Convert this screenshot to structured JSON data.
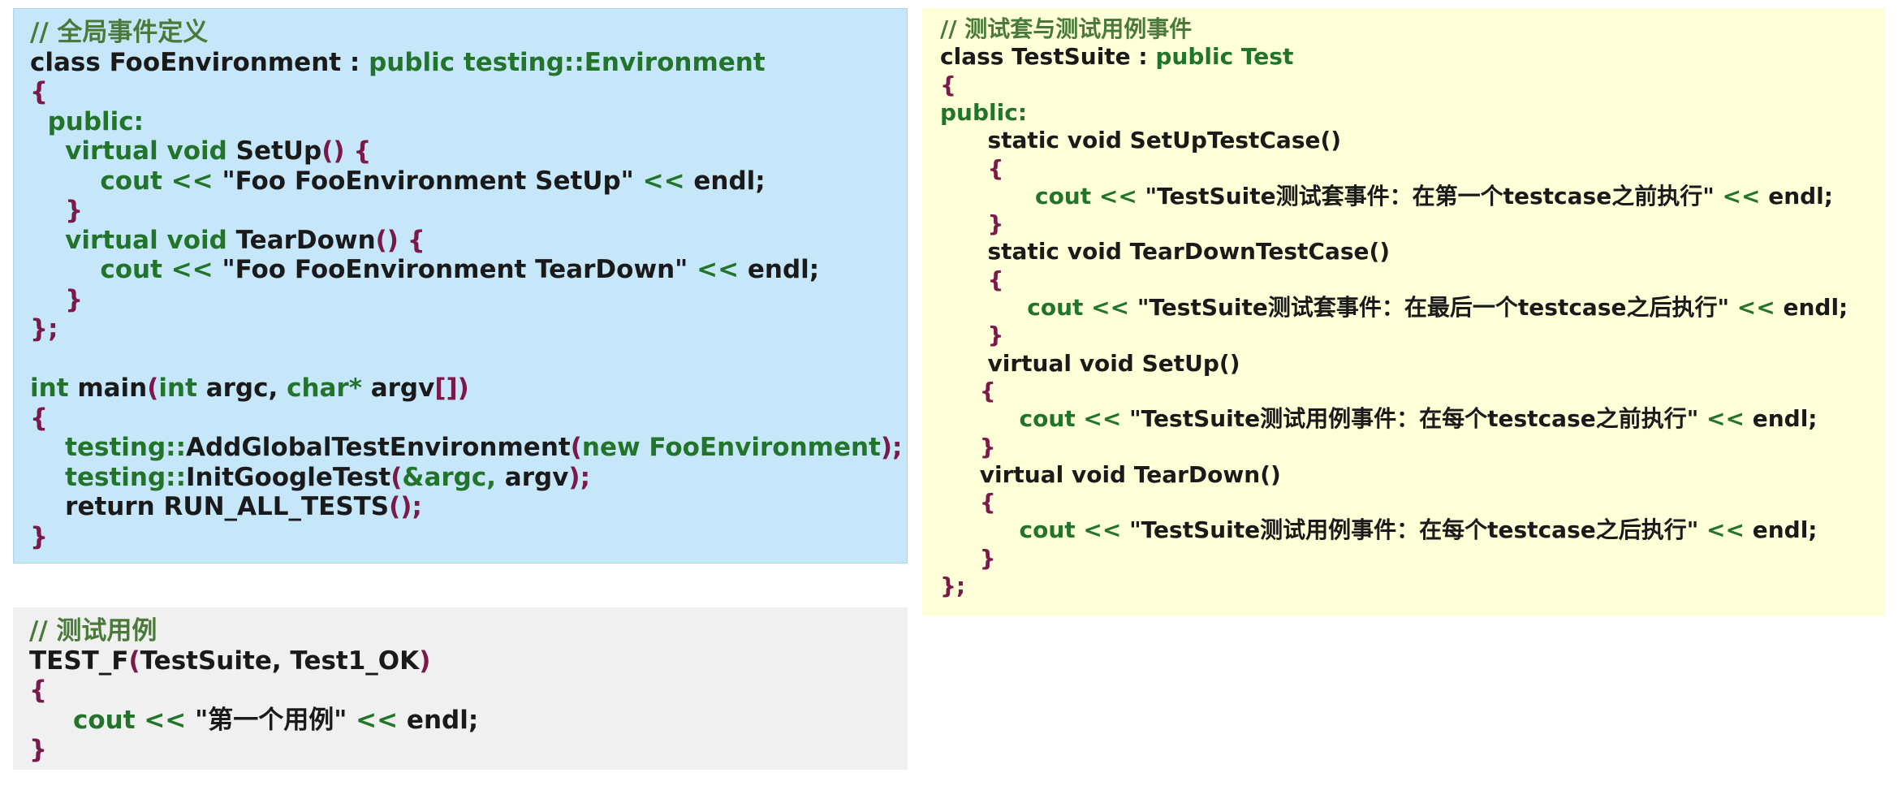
{
  "global_env_block": {
    "lines": [
      [
        {
          "t": "// 全局事件定义",
          "c": "comment"
        }
      ],
      [
        {
          "t": "class FooEnvironment : ",
          "c": "kw"
        },
        {
          "t": "public testing::Environment",
          "c": "green"
        }
      ],
      [
        {
          "t": "{",
          "c": "punct"
        }
      ],
      [
        {
          "t": "  public:",
          "c": "green"
        }
      ],
      [
        {
          "t": "    virtual void ",
          "c": "green"
        },
        {
          "t": "SetUp",
          "c": "id"
        },
        {
          "t": "() {",
          "c": "punct"
        }
      ],
      [
        {
          "t": "        cout << ",
          "c": "green"
        },
        {
          "t": "\"Foo FooEnvironment SetUp\"",
          "c": "str"
        },
        {
          "t": " << ",
          "c": "green"
        },
        {
          "t": "endl;",
          "c": "id"
        }
      ],
      [
        {
          "t": "    }",
          "c": "punct"
        }
      ],
      [
        {
          "t": "    virtual void ",
          "c": "green"
        },
        {
          "t": "TearDown",
          "c": "id"
        },
        {
          "t": "() {",
          "c": "punct"
        }
      ],
      [
        {
          "t": "        cout << ",
          "c": "green"
        },
        {
          "t": "\"Foo FooEnvironment TearDown\"",
          "c": "str"
        },
        {
          "t": " << ",
          "c": "green"
        },
        {
          "t": "endl;",
          "c": "id"
        }
      ],
      [
        {
          "t": "    }",
          "c": "punct"
        }
      ],
      [
        {
          "t": "};",
          "c": "punct"
        }
      ],
      [
        {
          "t": "",
          "c": "id"
        }
      ],
      [
        {
          "t": "int ",
          "c": "green"
        },
        {
          "t": "main",
          "c": "id"
        },
        {
          "t": "(",
          "c": "punct"
        },
        {
          "t": "int ",
          "c": "green"
        },
        {
          "t": "argc, ",
          "c": "id"
        },
        {
          "t": "char* ",
          "c": "green"
        },
        {
          "t": "argv",
          "c": "id"
        },
        {
          "t": "[])",
          "c": "punct"
        }
      ],
      [
        {
          "t": "{",
          "c": "punct"
        }
      ],
      [
        {
          "t": "    testing::",
          "c": "green"
        },
        {
          "t": "AddGlobalTestEnvironment",
          "c": "id"
        },
        {
          "t": "(",
          "c": "punct"
        },
        {
          "t": "new FooEnvironment",
          "c": "green"
        },
        {
          "t": ");",
          "c": "punct"
        }
      ],
      [
        {
          "t": "    testing::",
          "c": "green"
        },
        {
          "t": "InitGoogleTest",
          "c": "id"
        },
        {
          "t": "(",
          "c": "punct"
        },
        {
          "t": "&argc, ",
          "c": "green"
        },
        {
          "t": "argv",
          "c": "id"
        },
        {
          "t": ");",
          "c": "punct"
        }
      ],
      [
        {
          "t": "    return ",
          "c": "kw"
        },
        {
          "t": "RUN_ALL_TESTS",
          "c": "id"
        },
        {
          "t": "();",
          "c": "punct"
        }
      ],
      [
        {
          "t": "}",
          "c": "punct"
        }
      ]
    ]
  },
  "test_case_block": {
    "lines": [
      [
        {
          "t": "// 测试用例",
          "c": "comment"
        }
      ],
      [
        {
          "t": "TEST_F",
          "c": "id"
        },
        {
          "t": "(",
          "c": "punct"
        },
        {
          "t": "TestSuite, Test1_OK",
          "c": "id"
        },
        {
          "t": ")",
          "c": "punct"
        }
      ],
      [
        {
          "t": "{",
          "c": "punct"
        }
      ],
      [
        {
          "t": "     cout << ",
          "c": "green"
        },
        {
          "t": "\"第一个用例\"",
          "c": "str"
        },
        {
          "t": " << ",
          "c": "green"
        },
        {
          "t": "endl;",
          "c": "id"
        }
      ],
      [
        {
          "t": "}",
          "c": "punct"
        }
      ]
    ]
  },
  "test_suite_block": {
    "lines": [
      [
        {
          "t": "// 测试套与测试用例事件",
          "c": "comment"
        }
      ],
      [
        {
          "t": "class TestSuite : ",
          "c": "kw"
        },
        {
          "t": "public Test",
          "c": "green"
        }
      ],
      [
        {
          "t": "{",
          "c": "punct"
        }
      ],
      [
        {
          "t": "public:",
          "c": "green"
        }
      ],
      [
        {
          "t": "      static void SetUpTestCase()",
          "c": "kw"
        }
      ],
      [
        {
          "t": "      {",
          "c": "punct"
        }
      ],
      [
        {
          "t": "            cout << ",
          "c": "green"
        },
        {
          "t": "\"TestSuite测试套事件：在第一个testcase之前执行\"",
          "c": "str"
        },
        {
          "t": " << ",
          "c": "green"
        },
        {
          "t": "endl;",
          "c": "id"
        }
      ],
      [
        {
          "t": "      }",
          "c": "punct"
        }
      ],
      [
        {
          "t": "      static void TearDownTestCase()",
          "c": "kw"
        }
      ],
      [
        {
          "t": "      {",
          "c": "punct"
        }
      ],
      [
        {
          "t": "           cout << ",
          "c": "green"
        },
        {
          "t": "\"TestSuite测试套事件：在最后一个testcase之后执行\"",
          "c": "str"
        },
        {
          "t": " << ",
          "c": "green"
        },
        {
          "t": "endl;",
          "c": "id"
        }
      ],
      [
        {
          "t": "      }",
          "c": "punct"
        }
      ],
      [
        {
          "t": "      virtual void SetUp()",
          "c": "kw"
        }
      ],
      [
        {
          "t": "     {",
          "c": "punct"
        }
      ],
      [
        {
          "t": "          cout << ",
          "c": "green"
        },
        {
          "t": "\"TestSuite测试用例事件：在每个testcase之前执行\"",
          "c": "str"
        },
        {
          "t": " << ",
          "c": "green"
        },
        {
          "t": "endl;",
          "c": "id"
        }
      ],
      [
        {
          "t": "     }",
          "c": "punct"
        }
      ],
      [
        {
          "t": "     virtual void TearDown()",
          "c": "kw"
        }
      ],
      [
        {
          "t": "     {",
          "c": "punct"
        }
      ],
      [
        {
          "t": "          cout << ",
          "c": "green"
        },
        {
          "t": "\"TestSuite测试用例事件：在每个testcase之后执行\"",
          "c": "str"
        },
        {
          "t": " << ",
          "c": "green"
        },
        {
          "t": "endl;",
          "c": "id"
        }
      ],
      [
        {
          "t": "     }",
          "c": "punct"
        }
      ],
      [
        {
          "t": "};",
          "c": "punct"
        }
      ]
    ]
  },
  "colors": {
    "blue_panel": "#c6e6fa",
    "gray_panel": "#f0f0f0",
    "yellow_panel": "#ffffd8",
    "comment": "#4a7a3a",
    "green_keyword": "#22742a",
    "punctuation": "#7a1a4a",
    "text": "#1a1a1a"
  }
}
